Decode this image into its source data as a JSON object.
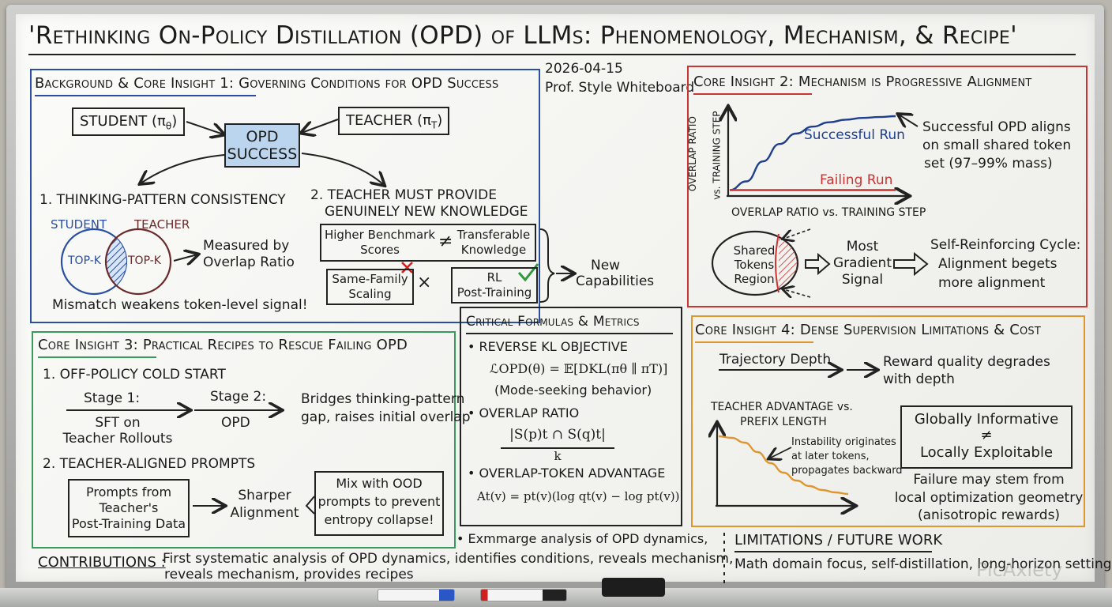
{
  "title": "'Rethinking On-Policy Distillation (OPD) of LLMs: Phenomenology, Mechanism, & Recipe'",
  "date": "2026-04-15",
  "byline": "Prof. Style Whiteboard",
  "colors": {
    "blue": "#2b4fa0",
    "red": "#cc3333",
    "green": "#3a9a5c",
    "orange": "#e0962e",
    "ink": "#1b1b1b",
    "shade": "#b9d3ee"
  },
  "s1": {
    "header": "Background & Core Insight 1: Governing Conditions for OPD Success",
    "student": "STUDENT (π",
    "student_sub": "θ",
    "teacher": "TEACHER (π",
    "teacher_sub": "T",
    "close_paren": ")",
    "opd_line1": "OPD",
    "opd_line2": "SUCCESS",
    "item1": "1. THINKING-PATTERN CONSISTENCY",
    "venn_student": "STUDENT",
    "venn_teacher": "TEACHER",
    "topk_left": "TOP-K",
    "topk_right": "TOP-K",
    "measured_1": "Measured by",
    "measured_2": "Overlap Ratio",
    "mismatch": "Mismatch weakens token-level signal!",
    "item2_line1": "2. TEACHER MUST PROVIDE",
    "item2_line2": "GENUINELY NEW KNOWLEDGE",
    "bench_1": "Higher Benchmark",
    "bench_2": "Scores",
    "neq": "≠",
    "transfer_1": "Transferable",
    "transfer_2": "Knowledge",
    "samefam_1": "Same-Family",
    "samefam_2": "Scaling",
    "times": "×",
    "rl_1": "RL",
    "rl_2": "Post-Training",
    "newcap_1": "New",
    "newcap_2": "Capabilities"
  },
  "s2": {
    "header": "Core Insight 2: Mechanism is Progressive Alignment",
    "ylabel_1": "OVERLAP RATIO",
    "ylabel_2": "vs. TRAINING STEP",
    "xlabel": "OVERLAP RATIO vs. TRAINING STEP",
    "successful_run": "Successful Run",
    "failing_run": "Failing Run",
    "note_1": "Successful OPD aligns",
    "note_2": "on small shared token",
    "note_3": "set (97–99% mass)",
    "shared_1": "Shared",
    "shared_2": "Tokens",
    "shared_3": "Region",
    "most_1": "Most",
    "most_2": "Gradient",
    "most_3": "Signal",
    "cycle_1": "Self-Reinforcing Cycle:",
    "cycle_2": "Alignment begets",
    "cycle_3": "more alignment"
  },
  "s3": {
    "header": "Core Insight 3: Practical Recipes to Rescue Failing OPD",
    "item1": "1. OFF-POLICY COLD START",
    "stage1": "Stage 1:",
    "stage1_b1": "SFT on",
    "stage1_b2": "Teacher Rollouts",
    "stage2": "Stage 2:",
    "stage2_b": "OPD",
    "bridges_1": "Bridges thinking-pattern",
    "bridges_2": "gap, raises initial overlap",
    "item2": "2. TEACHER-ALIGNED PROMPTS",
    "prompts_1": "Prompts from",
    "prompts_2": "Teacher's",
    "prompts_3": "Post-Training Data",
    "sharper_1": "Sharper",
    "sharper_2": "Alignment",
    "mix_1": "Mix with OOD",
    "mix_2": "prompts to prevent",
    "mix_3": "entropy collapse!"
  },
  "formulas": {
    "header": "Critical Formulas & Metrics",
    "b1": "• REVERSE KL OBJECTIVE",
    "f1": "ℒOPD(θ) = 𝔼[DKL(πθ ∥ πT)]",
    "f1_note": "(Mode-seeking behavior)",
    "b2": "• OVERLAP RATIO",
    "f2_num": "|S(p)t ∩ S(q)t|",
    "f2_den": "k",
    "b3": "• OVERLAP-TOKEN ADVANTAGE",
    "f3": "At(v) = pt(v)(log qt(v) − log pt(v))",
    "below": "• Exmmarge analysis of OPD dynamics,"
  },
  "s4": {
    "header": "Core Insight 4: Dense Supervision Limitations & Cost",
    "traj": "Trajectory Depth",
    "reward_1": "Reward quality degrades",
    "reward_2": "with depth",
    "adv_1": "TEACHER ADVANTAGE vs.",
    "adv_2": "PREFIX LENGTH",
    "instab_1": "Instability originates",
    "instab_2": "at later tokens,",
    "instab_3": "propagates backward",
    "glob_1": "Globally Informative",
    "glob_neq": "≠",
    "glob_2": "Locally Exploitable",
    "fail_1": "Failure may stem from",
    "fail_2": "local optimization geometry",
    "fail_3": "(anisotropic rewards)"
  },
  "contrib": {
    "label": "CONTRIBUTIONS :",
    "line1": "First systematic analysis of OPD dynamics, identifies conditions, reveals mechanism,",
    "line2": "reveals mechanism, provides recipes"
  },
  "limits": {
    "label": "LIMITATIONS / FUTURE WORK",
    "text": "Math domain focus, self-distillation, long-horizon settings"
  },
  "watermark": "PicAxiety",
  "chart_data": [
    {
      "type": "line",
      "title": "",
      "xlabel": "OVERLAP RATIO vs. TRAINING STEP",
      "ylabel": "OVERLAP RATIO vs. TRAINING STEP",
      "x": [
        0,
        0.1,
        0.2,
        0.3,
        0.4,
        0.5,
        0.6,
        0.7,
        0.8,
        0.9,
        1.0
      ],
      "series": [
        {
          "name": "Successful Run",
          "values": [
            0.05,
            0.15,
            0.38,
            0.58,
            0.7,
            0.78,
            0.83,
            0.86,
            0.88,
            0.89,
            0.9
          ]
        },
        {
          "name": "Failing Run",
          "values": [
            0.05,
            0.05,
            0.05,
            0.05,
            0.05,
            0.05,
            0.05,
            0.05,
            0.05,
            0.05,
            0.05
          ]
        }
      ],
      "ylim": [
        0,
        1
      ],
      "grid": false
    },
    {
      "type": "line",
      "title": "",
      "xlabel": "",
      "ylabel": "",
      "x": [
        0,
        0.1,
        0.2,
        0.3,
        0.4,
        0.5,
        0.6,
        0.7,
        0.8,
        0.9,
        1.0
      ],
      "series": [
        {
          "values": [
            0.88,
            0.86,
            0.8,
            0.68,
            0.54,
            0.42,
            0.32,
            0.25,
            0.2,
            0.17,
            0.15
          ]
        }
      ],
      "ylim": [
        0,
        1
      ],
      "grid": false
    }
  ]
}
